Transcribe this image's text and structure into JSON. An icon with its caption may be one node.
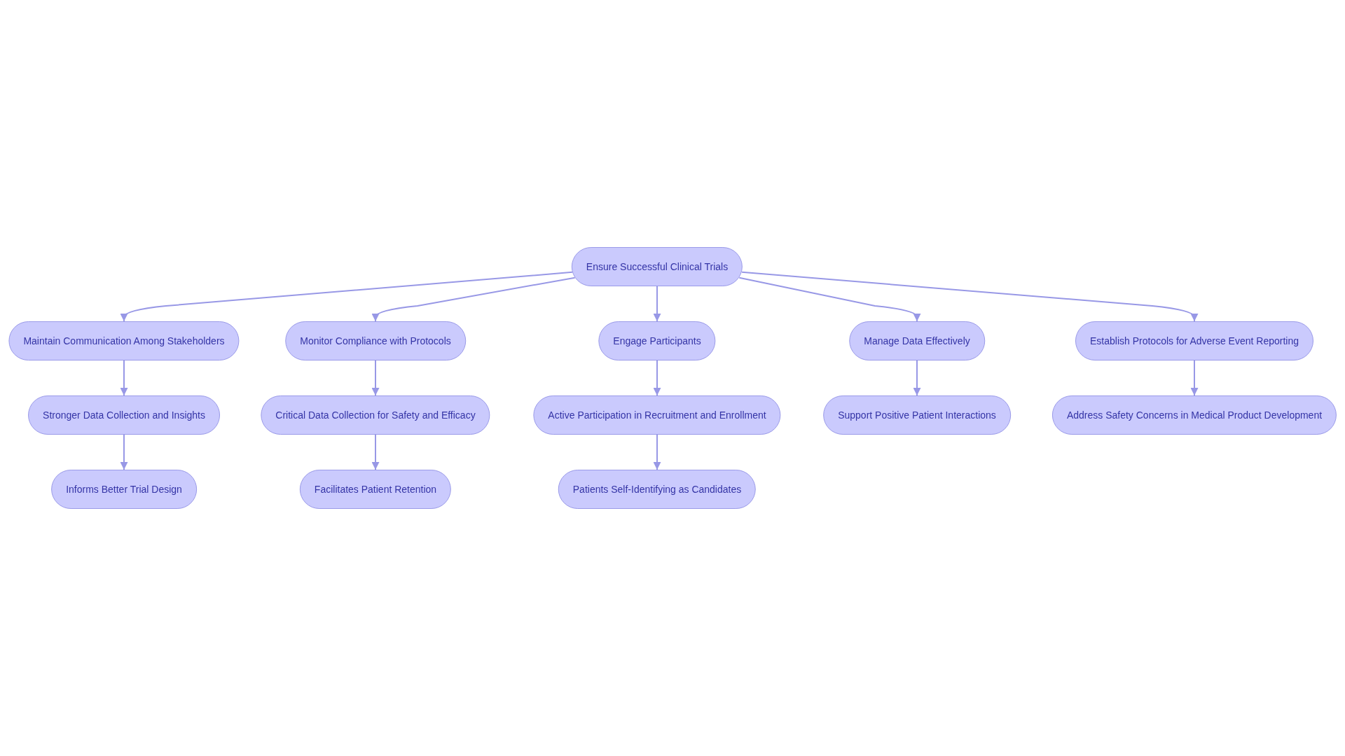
{
  "diagram": {
    "nodes": [
      {
        "text": [
          "Ensure Successful Clinical Trials"
        ]
      },
      {
        "text": [
          "Maintain Communication Among Stakeholders"
        ]
      },
      {
        "text": [
          "Monitor Compliance with Protocols"
        ]
      },
      {
        "text": [
          "Engage Participants"
        ]
      },
      {
        "text": [
          "Manage Data Effectively"
        ]
      },
      {
        "text": [
          "Establish Protocols for Adverse Event Reporting"
        ]
      },
      {
        "text": [
          "Stronger Data Collection and Insights"
        ]
      },
      {
        "text": [
          "Critical Data Collection for Safety and Efficacy"
        ]
      },
      {
        "text": [
          "Active Participation in Recruitment and Enrollment"
        ]
      },
      {
        "text": [
          "Support Positive Patient Interactions"
        ]
      },
      {
        "text": [
          "Address Safety Concerns in Medical Product Development"
        ]
      },
      {
        "text": [
          "Informs Better Trial Design"
        ]
      },
      {
        "text": [
          "Facilitates Patient Retention"
        ]
      },
      {
        "text": [
          "Patients Self-Identifying as Candidates"
        ]
      }
    ],
    "edges": [
      {
        "from": 0,
        "to": 1,
        "arrow": "to"
      },
      {
        "from": 0,
        "to": 2,
        "arrow": "to"
      },
      {
        "from": 0,
        "to": 3,
        "arrow": "to"
      },
      {
        "from": 0,
        "to": 4,
        "arrow": "to"
      },
      {
        "from": 0,
        "to": 5,
        "arrow": "to"
      },
      {
        "from": 1,
        "to": 6,
        "arrow": "to"
      },
      {
        "from": 2,
        "to": 7,
        "arrow": "to"
      },
      {
        "from": 3,
        "to": 8,
        "arrow": "to"
      },
      {
        "from": 4,
        "to": 9,
        "arrow": "to"
      },
      {
        "from": 5,
        "to": 10,
        "arrow": "to"
      },
      {
        "from": 6,
        "to": 11,
        "arrow": "to"
      },
      {
        "from": 7,
        "to": 12,
        "arrow": "to"
      },
      {
        "from": 8,
        "to": 13,
        "arrow": "to"
      }
    ]
  }
}
